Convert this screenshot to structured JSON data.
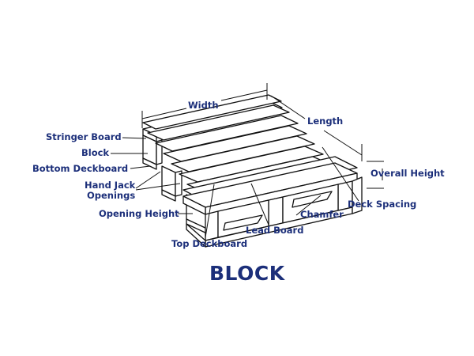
{
  "diagram": {
    "title": "BLOCK",
    "label_color": "#1c2f7a",
    "line_color": "#111111",
    "labels": {
      "width": "Width",
      "length": "Length",
      "stringer_board": "Stringer Board",
      "block": "Block",
      "bottom_deckboard": "Bottom Deckboard",
      "hand_jack_line1": "Hand Jack",
      "hand_jack_line2": "Openings",
      "opening_height": "Opening Height",
      "top_deckboard": "Top Deckboard",
      "lead_board": "Lead Board",
      "chamfer": "Chamfer",
      "deck_spacing": "Deck Spacing",
      "overall_height": "Overall Height"
    }
  }
}
